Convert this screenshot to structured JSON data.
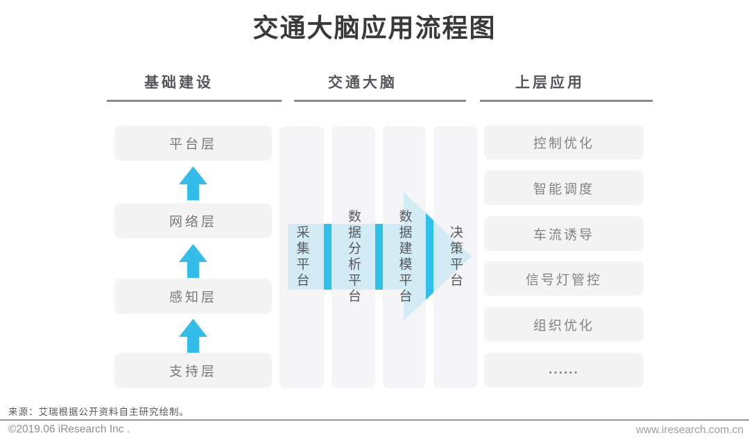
{
  "title": "交通大脑应用流程图",
  "columns": [
    {
      "header": "基础建设",
      "items": [
        "平台层",
        "网络层",
        "感知层",
        "支持层"
      ]
    },
    {
      "header": "交通大脑",
      "items": [
        "采集平台",
        "数据分析平台",
        "数据建模平台",
        "决策平台"
      ]
    },
    {
      "header": "上层应用",
      "items": [
        "控制优化",
        "智能调度",
        "车流诱导",
        "信号灯管控",
        "组织优化",
        "......"
      ]
    }
  ],
  "icons": {
    "up_arrow": "up-arrow",
    "flow_arrow": "right-flow-arrow"
  },
  "colors": {
    "accent_cyan": "#2fc1e9",
    "up_arrow_cyan": "#35bce9",
    "box_bg": "#f4f4f5",
    "underline_gray": "#8a8a8c"
  },
  "footer": {
    "source": "来源：艾瑞根据公开资料自主研究绘制。",
    "copyright": "©2019.06 iResearch Inc .",
    "website": "www.iresearch.com.cn"
  }
}
